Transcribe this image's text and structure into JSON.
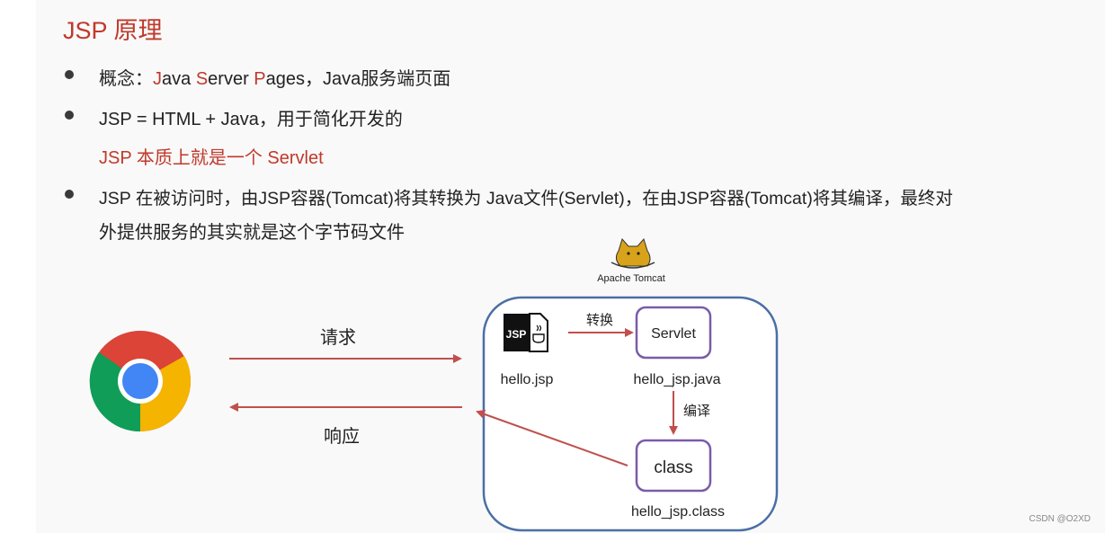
{
  "slide": {
    "title": "JSP 原理",
    "bullet1": {
      "prefix": "概念：",
      "j": "J",
      "ava": "ava ",
      "s": "S",
      "erver": "erver ",
      "p": "P",
      "ages": "ages，Java服务端页面"
    },
    "bullet2": "JSP = HTML + Java，用于简化开发的",
    "bullet2_sub": "JSP 本质上就是一个 Servlet",
    "bullet3_line1": "JSP 在被访问时，由JSP容器(Tomcat)将其转换为 Java文件(Servlet)，在由JSP容器(Tomcat)将其编译，最终对",
    "bullet3_line2": "外提供服务的其实就是这个字节码文件"
  },
  "diagram": {
    "tomcat_label": "Apache Tomcat",
    "request_label": "请求",
    "response_label": "响应",
    "convert_label": "转换",
    "compile_label": "编译",
    "jsp_icon_text": "JSP",
    "jsp_file_label": "hello.jsp",
    "servlet_box_label": "Servlet",
    "servlet_file_label": "hello_jsp.java",
    "class_box_label": "class",
    "class_file_label": "hello_jsp.class"
  },
  "colors": {
    "title_red": "#c0392b",
    "arrow_red": "#c0504d",
    "tomcat_border": "#4a6fa5",
    "box_border": "#7a5ca8"
  },
  "icons": [
    "chrome-browser-icon",
    "tomcat-cat-icon",
    "jsp-file-icon"
  ],
  "watermark": "CSDN @O2XD"
}
